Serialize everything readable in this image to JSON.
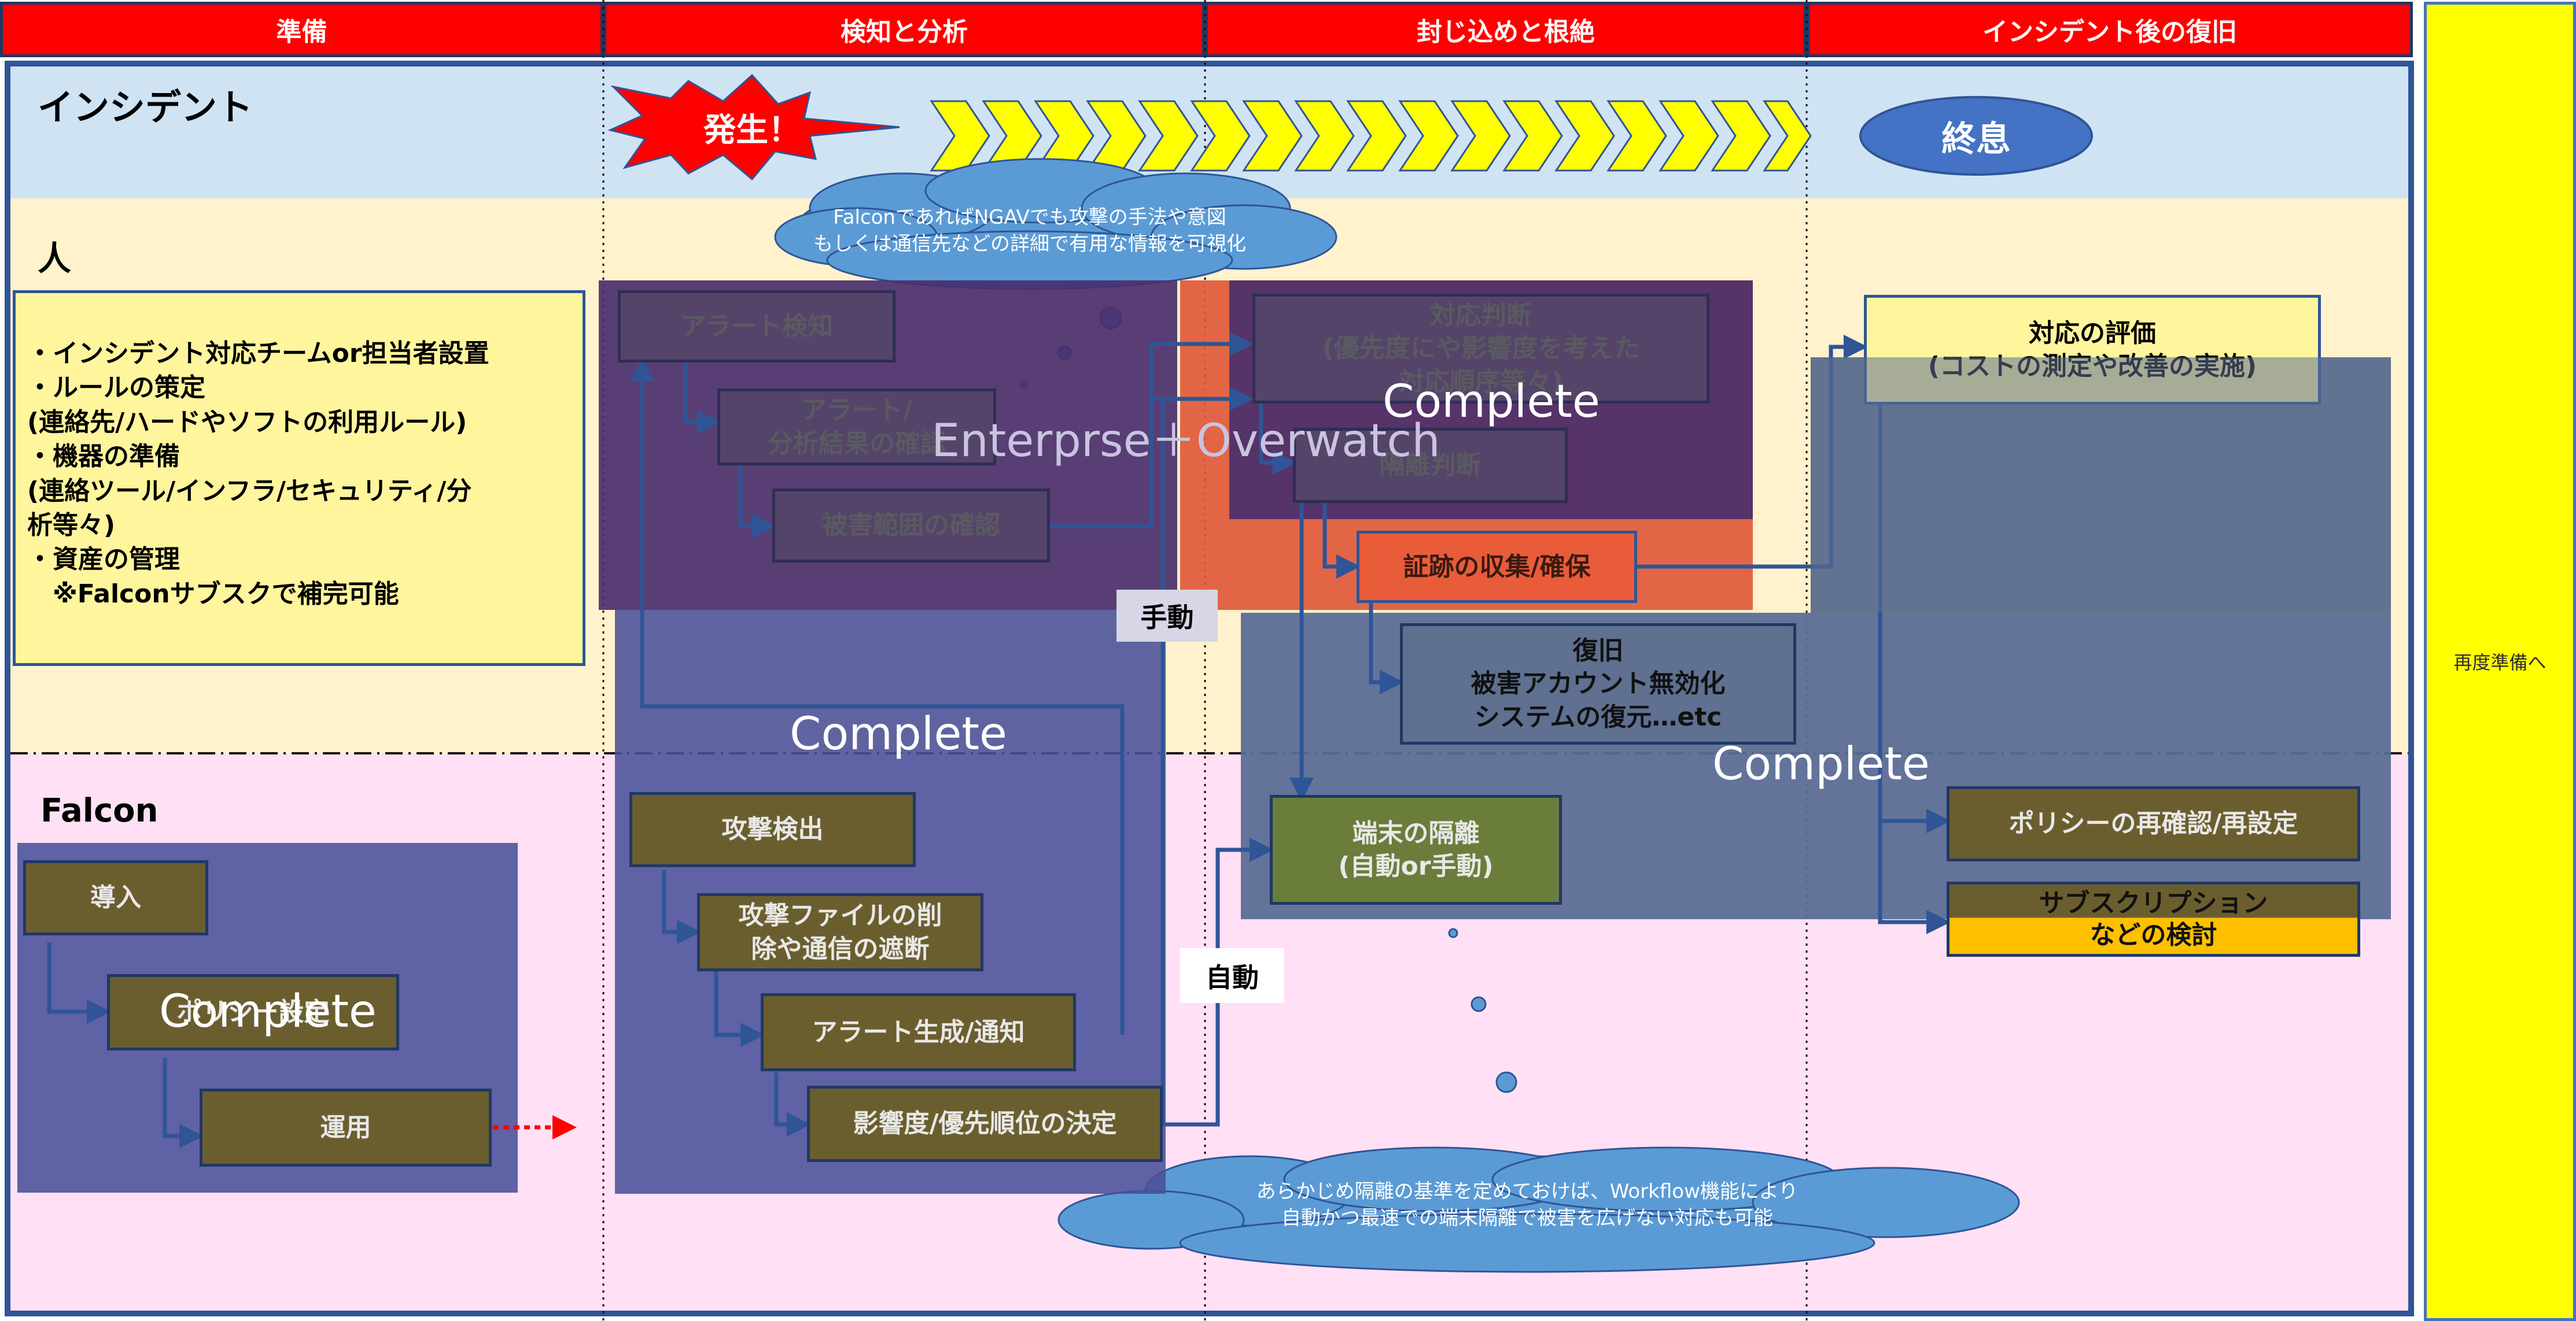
{
  "headers": {
    "prep": "準備",
    "detect": "検知と分析",
    "contain": "封じ込めと根絶",
    "recover": "インシデント後の復旧"
  },
  "sidebar": {
    "label": "再度準備へ"
  },
  "incident": {
    "title": "インシデント",
    "occur": "発生！",
    "end": "終息"
  },
  "people": {
    "title": "人",
    "prep_lines": [
      "・インシデント対応チームor担当者設置",
      "・ルールの策定",
      "(連絡先/ハードやソフトの利用ルール)",
      "・機器の準備",
      "(連絡ツール/インフラ/セキュリティ/分",
      "析等々)",
      "・資産の管理",
      "　※Falconサブスクで補完可能"
    ],
    "alert": "アラート検知",
    "analysis": "アラート/\n分析結果の確認",
    "damage": "被害範囲の確認",
    "judgement": "対応判断\n(優先度にや影響度を考えた\n対応順序等々)",
    "isolation_judgement": "隔離判断",
    "evidence": "証跡の収集/確保",
    "restore": "復旧\n被害アカウント無効化\nシステムの復元…etc",
    "evaluation": "対応の評価\n(コストの測定や改善の実施)"
  },
  "falcon": {
    "title": "Falcon",
    "intro": "導入",
    "policy_setting": "ポリシー設定",
    "operation": "運用",
    "attack_detect": "攻撃検出",
    "file_delete": "攻撃ファイルの削\n除や通信の遮断",
    "alert_gen": "アラート生成/通知",
    "impact": "影響度/優先順位の決定",
    "endpoint_isolation": "端末の隔離\n(自動or手動)",
    "policy_review": "ポリシーの再確認/再設定",
    "subscription": "サブスクリプション\nなどの検討"
  },
  "labels": {
    "manual": "手動",
    "auto": "自動",
    "complete": "Complete",
    "enterprise": "Enterprse＋Overwatch"
  },
  "clouds": {
    "top": "FalconであればNGAVでも攻撃の手法や意図\nもしくは通信先などの詳細で有用な情報を可視化",
    "bottom": "あらかじめ隔離の基準を定めておけば、Workflow機能により\n自動かつ最速での端末隔離で被害を広げない対応も可能"
  },
  "colors": {
    "header_red": "#ff0000",
    "incident_band": "#cfe3f3",
    "people_band": "#fff2cc",
    "falcon_band": "#ffe0f4",
    "sidebar_yellow": "#ffff00",
    "chevron": "#ffff00",
    "end_ellipse": "#4472c4",
    "cloud": "#5b9bd5",
    "evidence_box": "#e95c3a",
    "evaluation_box": "#fff59d",
    "arrow": "#2f5597"
  }
}
